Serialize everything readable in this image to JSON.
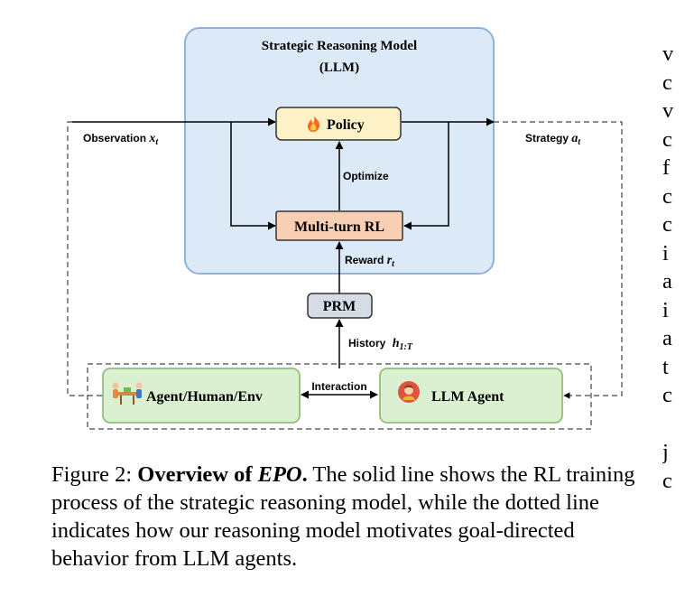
{
  "diagram": {
    "model_title_line1": "Strategic Reasoning Model",
    "model_title_line2": "(LLM)",
    "policy_label": "Policy",
    "policy_icon": "fire-icon",
    "optimize_label": "Optimize",
    "multi_turn_rl_label": "Multi-turn RL",
    "reward_label": "Reward",
    "reward_symbol": "r",
    "reward_subscript": "t",
    "prm_label": "PRM",
    "history_label": "History",
    "history_symbol": "h",
    "history_subscript": "1:T",
    "observation_label": "Observation",
    "observation_symbol": "x",
    "observation_subscript": "t",
    "strategy_label": "Strategy",
    "strategy_symbol": "a",
    "strategy_subscript": "t",
    "interaction_label": "Interaction",
    "agent_env_label": "Agent/Human/Env",
    "agent_env_icon": "people-at-table-icon",
    "llm_agent_label": "LLM Agent",
    "llm_agent_icon": "agent-avatar-icon"
  },
  "caption": {
    "prefix": "Figure 2: ",
    "bold_text": "Overview of ",
    "bold_italic": "EPO",
    "bold_period": ".",
    "body": " The solid line shows the RL training process of the strategic reasoning model, while the dotted line indicates how our reasoning model motivates goal-directed behavior from LLM agents."
  },
  "right_column_letters": [
    "v",
    "c",
    "v",
    "c",
    "f",
    "c",
    "c",
    "i",
    "a",
    "i",
    "a",
    "t",
    "c",
    "",
    "j",
    "c"
  ],
  "colors": {
    "model_bg": "#dceaf7",
    "model_border": "#8db4da",
    "policy_bg": "#fdf1c7",
    "rl_bg": "#f8cfb3",
    "prm_bg": "#d6dce5",
    "agent_bg": "#daf0d1",
    "agent_border": "#8fc07a"
  }
}
